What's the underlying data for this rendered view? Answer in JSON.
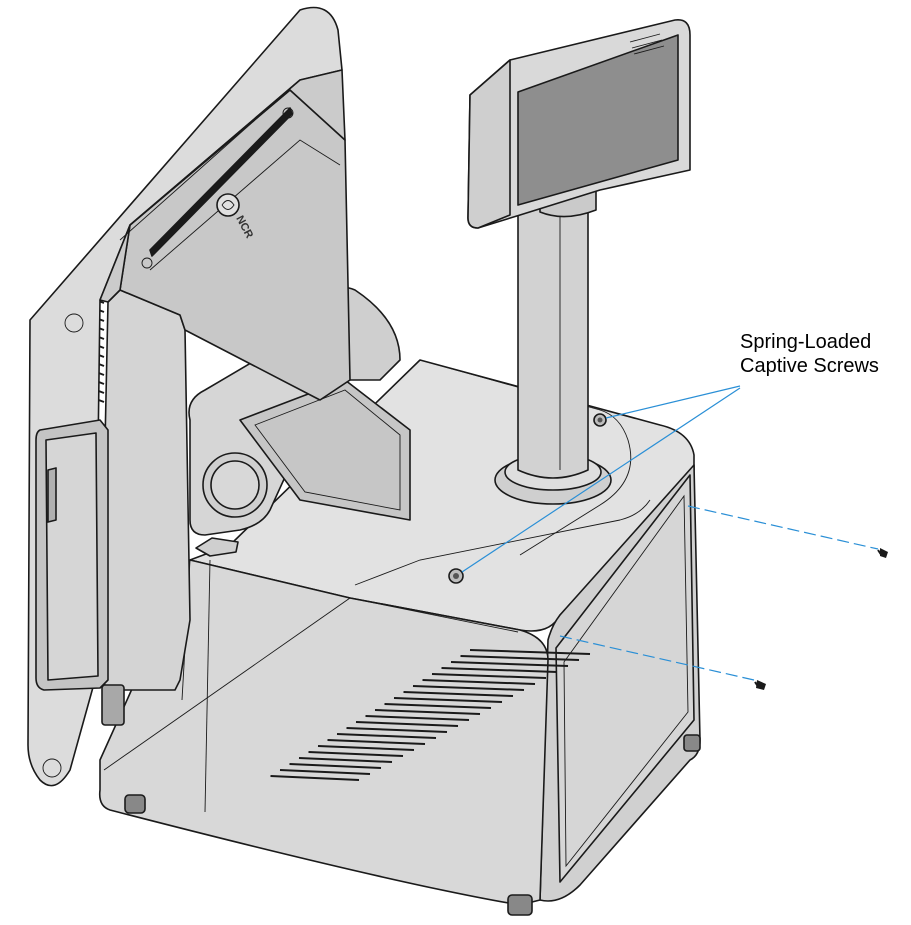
{
  "callout": {
    "line1": "Spring-Loaded",
    "line2": "Captive Screws"
  },
  "logo": {
    "text": "NCR"
  },
  "colors": {
    "body": "#d4d4d4",
    "body_light": "#e4e4e4",
    "body_dark": "#b6b6b6",
    "screen": "#8e8e8e",
    "leader_line": "#2a8fd6",
    "outline": "#1a1a1a"
  }
}
